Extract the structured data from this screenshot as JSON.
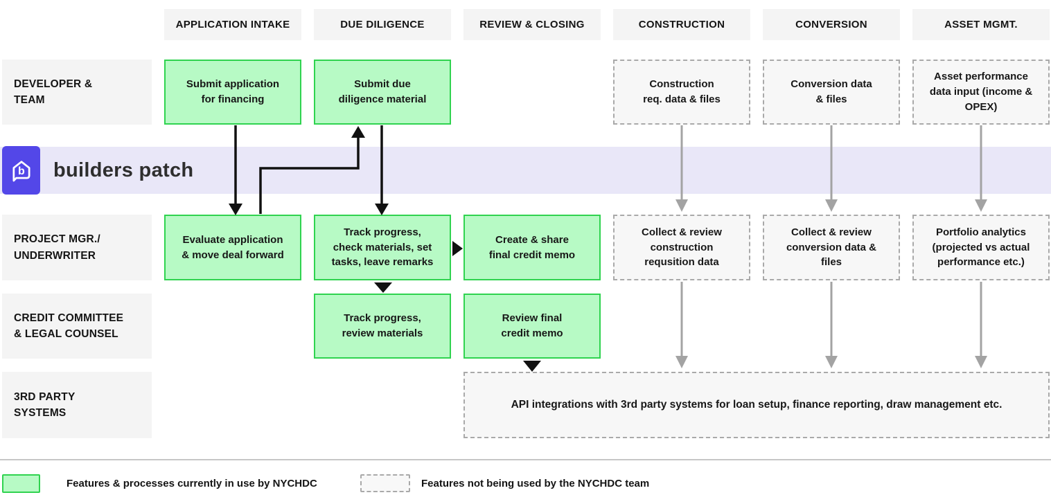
{
  "brand": {
    "name": "builders patch"
  },
  "columns": [
    "APPLICATION INTAKE",
    "DUE DILIGENCE",
    "REVIEW & CLOSING",
    "CONSTRUCTION",
    "CONVERSION",
    "ASSET MGMT."
  ],
  "rows": [
    "DEVELOPER &\nTEAM",
    "PROJECT MGR./\nUNDERWRITER",
    "CREDIT COMMITTEE\n& LEGAL COUNSEL",
    "3RD PARTY\nSYSTEMS"
  ],
  "boxes": {
    "submit_application": "Submit application\nfor financing",
    "submit_due_diligence": "Submit due\ndiligence material",
    "construction_req_data": "Construction\nreq. data & files",
    "conversion_data": "Conversion data\n& files",
    "asset_performance_input": "Asset performance\ndata input (income &\nOPEX)",
    "evaluate_application": "Evaluate application\n& move deal forward",
    "track_progress_check": "Track progress,\ncheck materials, set\ntasks, leave remarks",
    "create_share_memo": "Create & share\nfinal credit memo",
    "collect_construction": "Collect & review\nconstruction\nrequsition data",
    "collect_conversion": "Collect & review\nconversion data &\nfiles",
    "portfolio_analytics": "Portfolio analytics\n(projected vs actual\nperformance etc.)",
    "track_progress_review": "Track progress,\nreview materials",
    "review_final_memo": "Review final\ncredit memo",
    "api_integrations": "API integrations with 3rd party systems for loan setup, finance reporting, draw management etc."
  },
  "legend": {
    "in_use": "Features & processes currently in use by NYCHDC",
    "not_in_use": "Features not being used by the NYCHDC team"
  },
  "colors": {
    "green_fill": "#B7FAC5",
    "green_border": "#2FD34F",
    "label_gray": "#F4F4F4",
    "dashed_fill": "#F7F7F7",
    "dashed_border": "#A9A9A9",
    "banner_lavender": "#E9E7F8",
    "brand_purple": "#5347E8",
    "arrow_black": "#111111",
    "arrow_gray": "#A3A3A3"
  }
}
